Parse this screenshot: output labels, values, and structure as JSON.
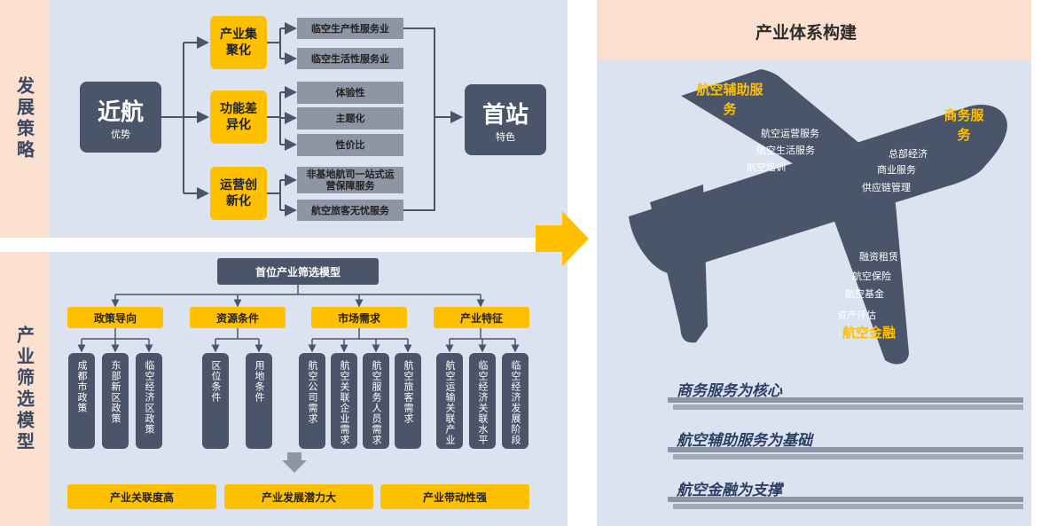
{
  "strategy": {
    "section_title": "发展策略",
    "source": {
      "title": "近航",
      "sub": "优势"
    },
    "target": {
      "title": "首站",
      "sub": "特色"
    },
    "branches": [
      {
        "label": "产业集聚化",
        "items": [
          "临空生产性服务业",
          "临空生活性服务业"
        ]
      },
      {
        "label": "功能差异化",
        "items": [
          "体验性",
          "主题化",
          "性价比"
        ]
      },
      {
        "label": "运营创新化",
        "items": [
          "非基地航司一站式运营保障服务",
          "航空旅客无忧服务"
        ]
      }
    ]
  },
  "screening": {
    "section_title": "产业筛选模型",
    "top": "首位产业筛选模型",
    "categories": [
      {
        "label": "政策导向",
        "items": [
          "成都市政策",
          "东部新区政策",
          "临空经济区政策"
        ]
      },
      {
        "label": "资源条件",
        "items": [
          "区位条件",
          "用地条件"
        ]
      },
      {
        "label": "市场需求",
        "items": [
          "航空公司需求",
          "航空关联企业需求",
          "航空服务人员需求",
          "航空旅客需求"
        ]
      },
      {
        "label": "产业特征",
        "items": [
          "航空运输关联产业",
          "临空经济关联水平",
          "临空经济发展阶段"
        ]
      }
    ],
    "results": [
      "产业关联度高",
      "产业发展潜力大",
      "产业带动性强"
    ]
  },
  "system": {
    "title": "产业体系构建",
    "aux": {
      "title": "航空辅助服务",
      "items": [
        "航空运营服务",
        "航空生活服务",
        "航空培训"
      ]
    },
    "business": {
      "title": "商务服务",
      "items": [
        "总部经济",
        "商业服务",
        "供应链管理"
      ]
    },
    "finance": {
      "title": "航空金融",
      "items": [
        "融资租赁",
        "航空保险",
        "航空基金",
        "资产评估"
      ]
    },
    "slogans": [
      "商务服务为核心",
      "航空辅助服务为基础",
      "航空金融为支撑"
    ]
  },
  "colors": {
    "dark": "#4a5569",
    "gold": "#ffc000",
    "panel": "#dce3f0",
    "peach": "#fbe0cf",
    "grey_box": "#8e96a6"
  }
}
